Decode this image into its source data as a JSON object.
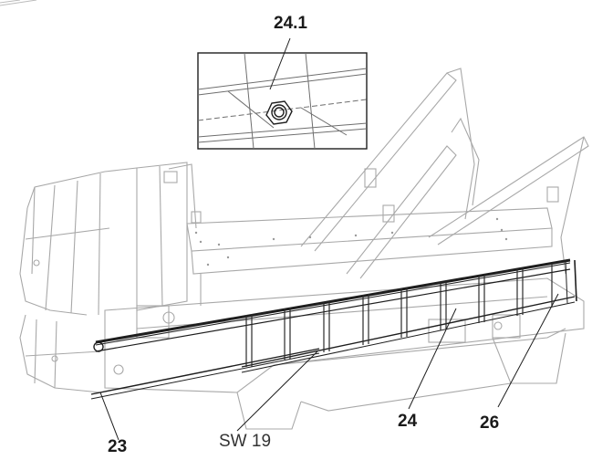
{
  "callouts": {
    "detail": "24.1",
    "rail_left": "23",
    "wrench": "SW 19",
    "rail_right": "24",
    "end_part": "26"
  },
  "colors": {
    "line_light": "#9a9a9a",
    "line_mid": "#6e6e6e",
    "line_dark": "#1e1e1e",
    "background": "#ffffff"
  }
}
